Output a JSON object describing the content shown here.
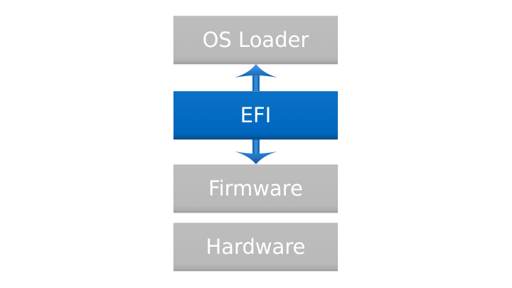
{
  "diagram": {
    "title": "",
    "layers": [
      {
        "id": "os-loader",
        "label": "OS Loader",
        "style": "gray"
      },
      {
        "id": "efi",
        "label": "EFI",
        "style": "blue"
      },
      {
        "id": "firmware",
        "label": "Firmware",
        "style": "gray"
      },
      {
        "id": "hardware",
        "label": "Hardware",
        "style": "gray"
      }
    ],
    "connections": [
      {
        "from": "efi",
        "to": "os-loader",
        "direction": "up"
      },
      {
        "from": "efi",
        "to": "firmware",
        "direction": "down"
      }
    ],
    "colors": {
      "gray_box": "#bbbbbb",
      "blue_box": "#0068bf",
      "arrow": "#1a6fc0",
      "text": "#ffffff"
    }
  }
}
